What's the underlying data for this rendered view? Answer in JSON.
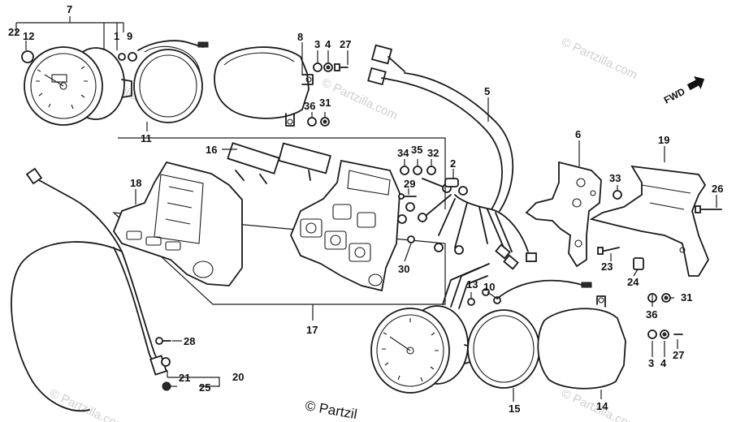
{
  "fwd_label": "FWD",
  "watermark_text": "© Partzilla.com",
  "copyright_text": "© Partzil",
  "callouts": {
    "c1": "7",
    "c2": "22",
    "c3": "12",
    "c4": "1",
    "c5": "9",
    "c6": "11",
    "c7": "8",
    "c8": "3",
    "c9": "4",
    "c10": "27",
    "c11": "36",
    "c12": "31",
    "c13": "5",
    "c14": "6",
    "c15": "19",
    "c16": "33",
    "c17": "26",
    "c18": "16",
    "c19": "34",
    "c20": "35",
    "c21": "32",
    "c22": "2",
    "c23": "29",
    "c24": "18",
    "c25": "30",
    "c26": "23",
    "c27": "24",
    "c28": "17",
    "c29": "13",
    "c30": "10",
    "c31": "36",
    "c32": "31",
    "c33": "3",
    "c34": "4",
    "c35": "27",
    "c36": "28",
    "c37": "21",
    "c38": "20",
    "c39": "25",
    "c40": "15",
    "c41": "14"
  }
}
